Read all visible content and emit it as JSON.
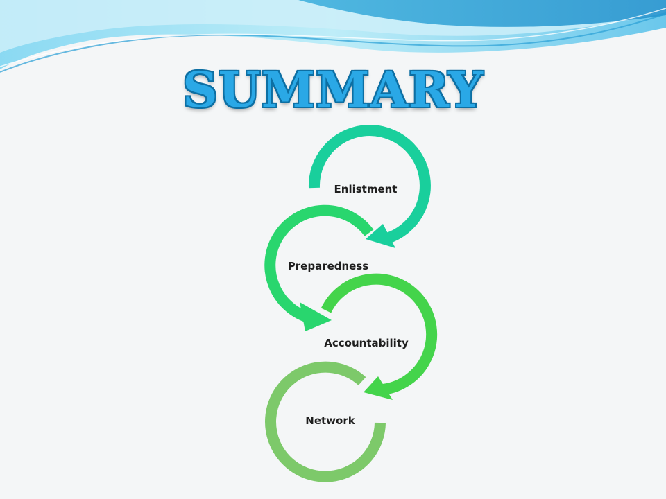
{
  "slide": {
    "title": "SUMMARY"
  },
  "colors": {
    "wave_light": "#a9e4f5",
    "wave_mid": "#5cc3e8",
    "wave_deep": "#2a9fd6",
    "title_fill": "#2aa8e6",
    "title_outline": "#0d6fa3",
    "step_colors": [
      "#19cf9c",
      "#29d66e",
      "#44d44b",
      "#7dc96a"
    ]
  },
  "cycle": {
    "steps": [
      {
        "label": "Enlistment"
      },
      {
        "label": "Preparedness"
      },
      {
        "label": "Accountability"
      },
      {
        "label": "Network"
      }
    ]
  }
}
